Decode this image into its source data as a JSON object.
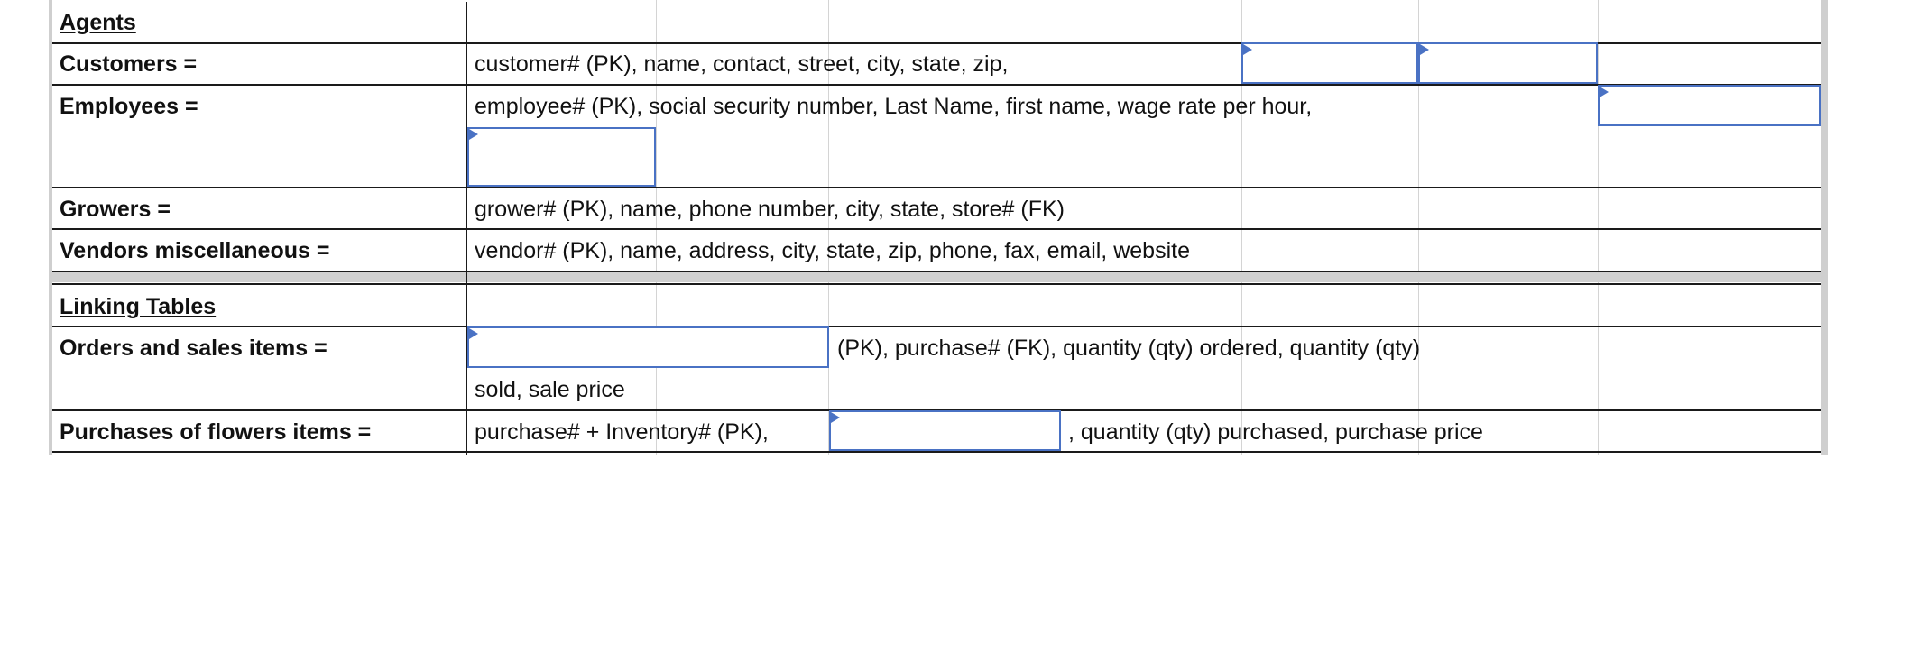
{
  "rows": {
    "agents": {
      "label": "Agents"
    },
    "customers": {
      "label": "Customers =",
      "text": "customer# (PK), name, contact, street, city, state, zip,",
      "blanks": [
        "",
        ""
      ]
    },
    "employees": {
      "label": "Employees =",
      "text": "employee# (PK), social security number, Last Name, first name, wage rate per hour,",
      "blanks": [
        "",
        ""
      ]
    },
    "growers": {
      "label": "Growers =",
      "text": "grower# (PK), name, phone number, city, state, store# (FK)"
    },
    "vendors": {
      "label": "Vendors miscellaneous =",
      "text": "vendor# (PK), name, address, city, state, zip, phone, fax, email, website"
    },
    "linking": {
      "label": "Linking Tables"
    },
    "orders": {
      "label": "Orders and sales items =",
      "blank": "",
      "text": "(PK), purchase# (FK), quantity (qty) ordered, quantity (qty)",
      "text_line2": "sold, sale price"
    },
    "purchases": {
      "label": "Purchases of flowers items =",
      "text_before": "purchase# + Inventory# (PK),",
      "blank": "",
      "text_after": ", quantity (qty) purchased, purchase price"
    }
  },
  "colors": {
    "field_border": "#4a72c4",
    "gridline": "#1a1a1a",
    "sheet_border": "#cfcfcf"
  }
}
